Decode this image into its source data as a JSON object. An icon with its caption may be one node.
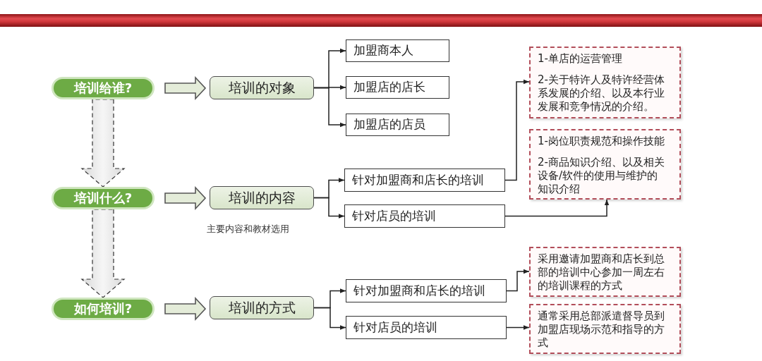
{
  "diagram": {
    "nodes": [
      {
        "text": [
          "培训给谁?"
        ]
      },
      {
        "text": [
          "培训什么?"
        ]
      },
      {
        "text": [
          "如何培训?"
        ]
      },
      {
        "text": [
          "培训的对象"
        ]
      },
      {
        "text": [
          "培训的内容"
        ],
        "beside": [
          "主要内容和教材选用"
        ]
      },
      {
        "text": [
          "培训的方式"
        ]
      },
      {
        "text": [
          "加盟商本人"
        ]
      },
      {
        "text": [
          "加盟店的店长"
        ]
      },
      {
        "text": [
          "加盟店的店员"
        ]
      },
      {
        "text": [
          "针对加盟商和店长的培训"
        ]
      },
      {
        "text": [
          "针对店员的培训"
        ]
      },
      {
        "text": [
          "1-单店的运营管理",
          "2-关于特许人及特许经营体系发展的介绍、以及本行业发展和竞争情况的介绍。"
        ]
      },
      {
        "text": [
          "1-岗位职责规范和操作技能",
          "2-商品知识介绍、以及相关设备/软件的使用与维护的知识介绍"
        ]
      },
      {
        "text": [
          "针对加盟商和店长的培训"
        ]
      },
      {
        "text": [
          "针对店员的培训"
        ]
      },
      {
        "text": [
          "采用邀请加盟商和店长到总部的培训中心参加一周左右的培训课程的方式"
        ]
      },
      {
        "text": [
          "通常采用总部派遣督导员到加盟店现场示范和指导的方式"
        ]
      }
    ],
    "edges": [
      {
        "from": 0,
        "to": 1,
        "arrow": "to",
        "style": "dashed"
      },
      {
        "from": 1,
        "to": 2,
        "arrow": "to",
        "style": "dashed"
      },
      {
        "from": 0,
        "to": 3,
        "arrow": "to",
        "style": "thick"
      },
      {
        "from": 1,
        "to": 4,
        "arrow": "to",
        "style": "thick"
      },
      {
        "from": 2,
        "to": 5,
        "arrow": "to",
        "style": "thick"
      },
      {
        "from": 3,
        "to": 6,
        "arrow": "to"
      },
      {
        "from": 3,
        "to": 7,
        "arrow": "to"
      },
      {
        "from": 3,
        "to": 8,
        "arrow": "to"
      },
      {
        "from": 4,
        "to": 9,
        "arrow": "to"
      },
      {
        "from": 4,
        "to": 10,
        "arrow": "to"
      },
      {
        "from": 9,
        "to": 11,
        "arrow": "to"
      },
      {
        "from": 10,
        "to": 12,
        "arrow": "to"
      },
      {
        "from": 5,
        "to": 13,
        "arrow": "to"
      },
      {
        "from": 5,
        "to": 14,
        "arrow": "to"
      },
      {
        "from": 13,
        "to": 15,
        "arrow": "to"
      },
      {
        "from": 14,
        "to": 16,
        "arrow": "to"
      }
    ]
  }
}
